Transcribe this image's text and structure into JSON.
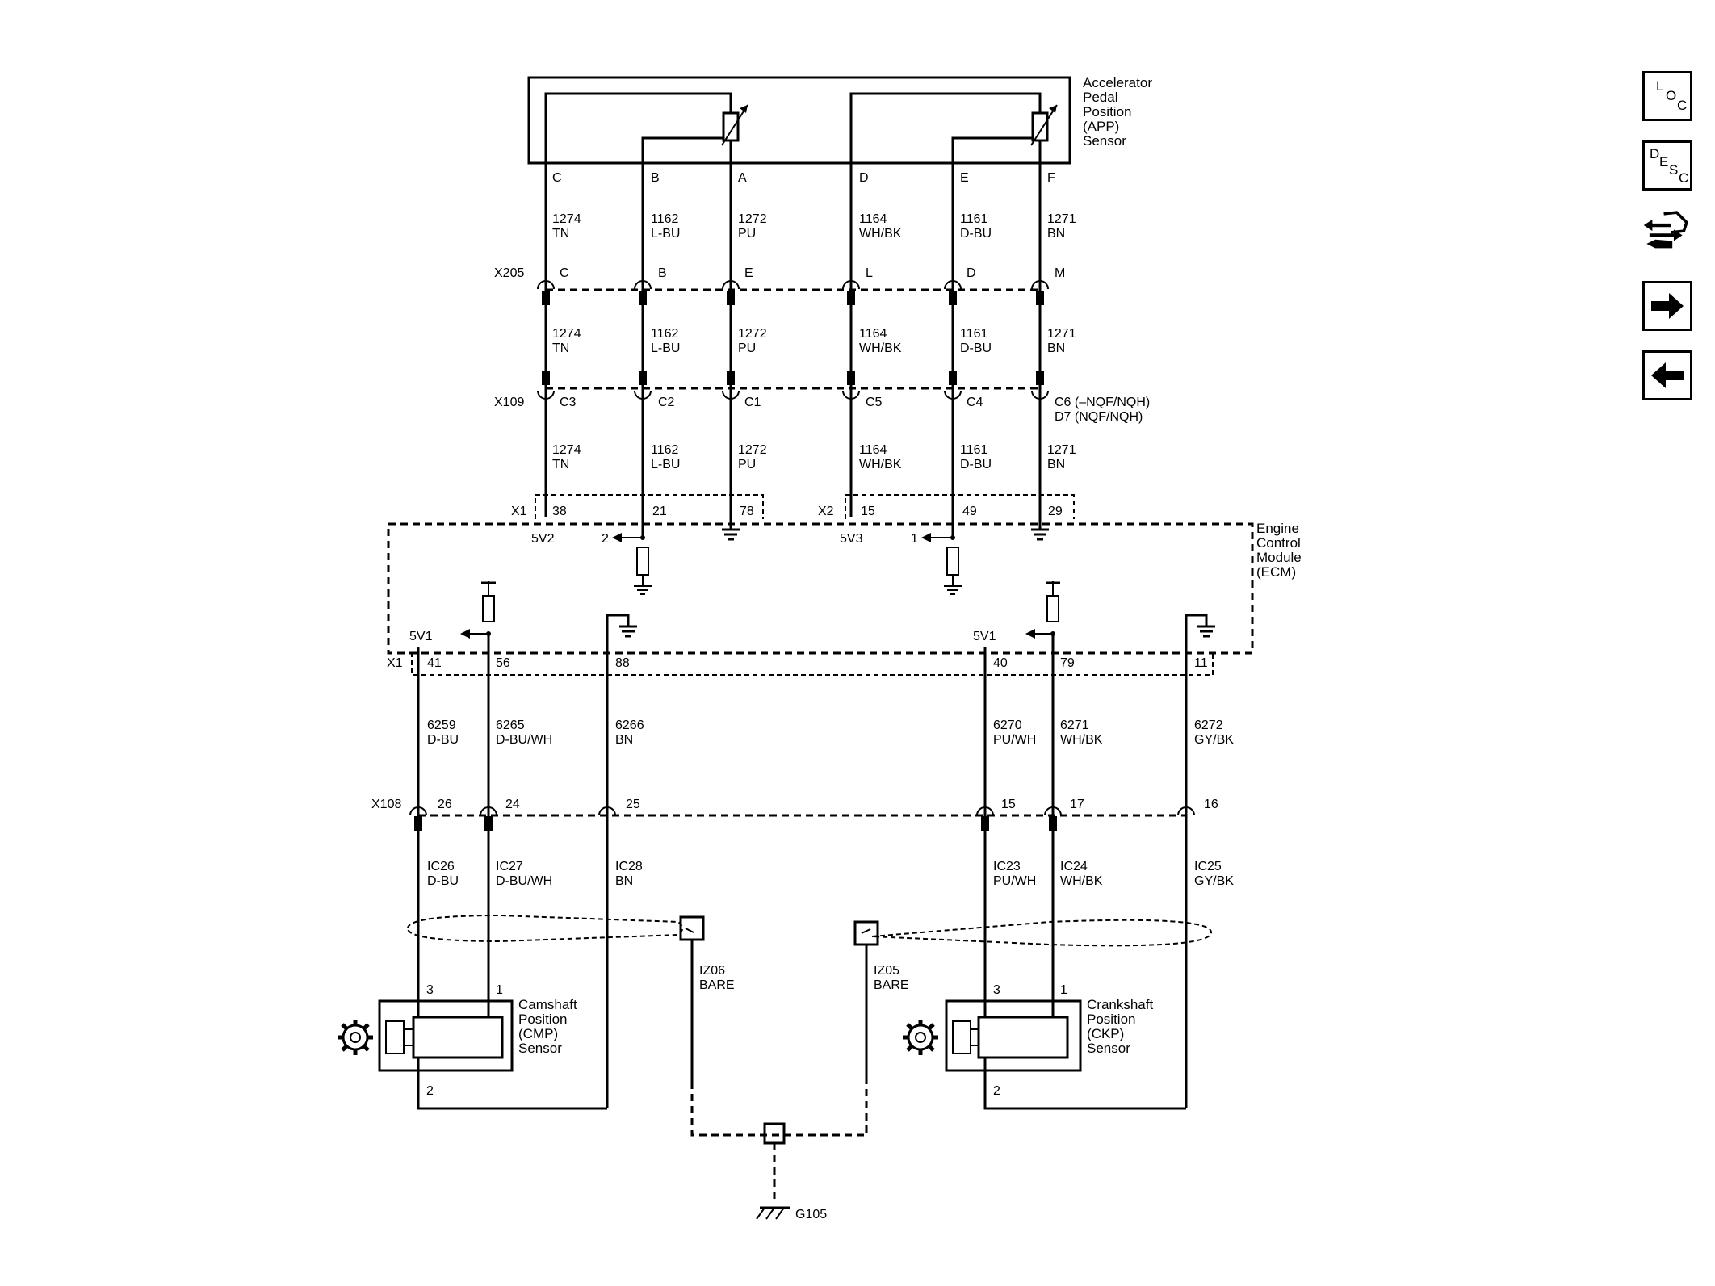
{
  "app_sensor": {
    "name": [
      "Accelerator",
      "Pedal",
      "Position",
      "(APP)",
      "Sensor"
    ],
    "pins": [
      "C",
      "B",
      "A",
      "D",
      "E",
      "F"
    ]
  },
  "upper_circuits": [
    {
      "num": "1274",
      "color": "TN"
    },
    {
      "num": "1162",
      "color": "L-BU"
    },
    {
      "num": "1272",
      "color": "PU"
    },
    {
      "num": "1164",
      "color": "WH/BK"
    },
    {
      "num": "1161",
      "color": "D-BU"
    },
    {
      "num": "1271",
      "color": "BN"
    }
  ],
  "connectors": {
    "x205": {
      "label": "X205",
      "pins": [
        "C",
        "B",
        "E",
        "L",
        "D",
        "M"
      ]
    },
    "x109": {
      "label": "X109",
      "pins": [
        "C3",
        "C2",
        "C1",
        "C5",
        "C4"
      ],
      "last_pin": [
        "C6 (–NQF/NQH)",
        "D7 (NQF/NQH)"
      ]
    },
    "x108": {
      "label": "X108",
      "pins": [
        "26",
        "24",
        "25",
        "15",
        "17",
        "16"
      ]
    }
  },
  "ecm": {
    "name": [
      "Engine",
      "Control",
      "Module",
      "(ECM)"
    ],
    "x1_label": "X1",
    "x2_label": "X2",
    "top_pins": [
      "38",
      "21",
      "78",
      "15",
      "49",
      "29"
    ],
    "refs": [
      "5V2",
      "5V3",
      "5V1",
      "5V1"
    ],
    "ref_nums": [
      "2",
      "1"
    ],
    "bottom_pins": [
      "41",
      "56",
      "88",
      "40",
      "79",
      "11"
    ]
  },
  "lower_circuits": [
    {
      "num": "6259",
      "color": "D-BU"
    },
    {
      "num": "6265",
      "color": "D-BU/WH"
    },
    {
      "num": "6266",
      "color": "BN"
    },
    {
      "num": "6270",
      "color": "PU/WH"
    },
    {
      "num": "6271",
      "color": "WH/BK"
    },
    {
      "num": "6272",
      "color": "GY/BK"
    }
  ],
  "harness_circuits": [
    {
      "num": "IC26",
      "color": "D-BU"
    },
    {
      "num": "IC27",
      "color": "D-BU/WH"
    },
    {
      "num": "IC28",
      "color": "BN"
    },
    {
      "num": "IC23",
      "color": "PU/WH"
    },
    {
      "num": "IC24",
      "color": "WH/BK"
    },
    {
      "num": "IC25",
      "color": "GY/BK"
    }
  ],
  "splices": [
    {
      "id": "IZ06",
      "color": "BARE"
    },
    {
      "id": "IZ05",
      "color": "BARE"
    }
  ],
  "ground": "G105",
  "cmp_sensor": {
    "name": [
      "Camshaft",
      "Position",
      "(CMP)",
      "Sensor"
    ],
    "pins": [
      "3",
      "1",
      "2"
    ]
  },
  "ckp_sensor": {
    "name": [
      "Crankshaft",
      "Position",
      "(CKP)",
      "Sensor"
    ],
    "pins": [
      "3",
      "1",
      "2"
    ]
  },
  "nav": {
    "loc": {
      "letters": [
        "L",
        "O",
        "C"
      ]
    },
    "desc": {
      "letters": [
        "D",
        "E",
        "S",
        "C"
      ]
    },
    "icons": [
      "connector-harness-icon",
      "next-arrow-icon",
      "previous-arrow-icon"
    ]
  }
}
